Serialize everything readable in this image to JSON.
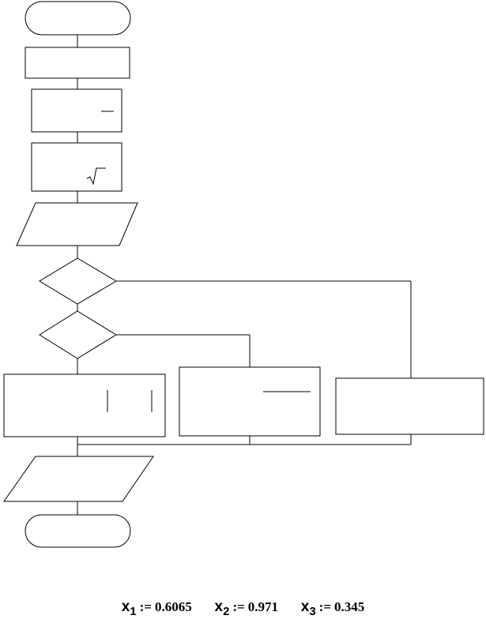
{
  "equation": {
    "terms": [
      {
        "var": "x",
        "sub": "1",
        "op": ":=",
        "value": "0.6065"
      },
      {
        "var": "x",
        "sub": "2",
        "op": ":=",
        "value": "0.971"
      },
      {
        "var": "x",
        "sub": "3",
        "op": ":=",
        "value": "0.345"
      }
    ]
  }
}
